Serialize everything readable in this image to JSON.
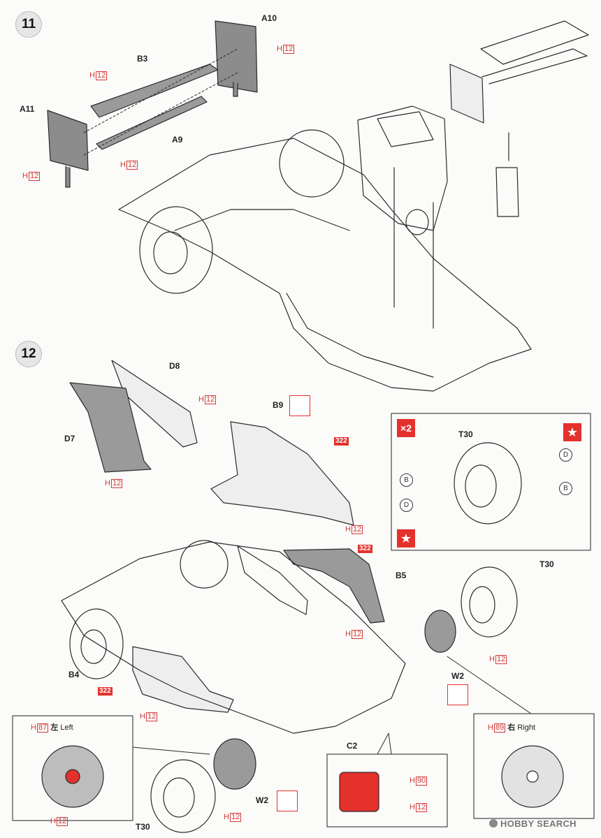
{
  "steps": [
    "11",
    "12"
  ],
  "labels": {
    "a10": "A10",
    "b3": "B3",
    "a11": "A11",
    "a9": "A9",
    "d8": "D8",
    "d7": "D7",
    "b9": "B9",
    "b5": "B5",
    "b4": "B4",
    "t30_inset": "T30",
    "t30_right": "T30",
    "t30_bottom": "T30",
    "w2_right": "W2",
    "w2_bottom": "W2",
    "c2": "C2"
  },
  "colors": {
    "h_code": "H",
    "h12": "12",
    "h87": "87",
    "h89": "89",
    "h90": "90"
  },
  "paint_322": "322",
  "inset_tag": "×2",
  "circle_b": "B",
  "circle_d": "D",
  "left_wheel": {
    "kanji": "左",
    "word": "Left"
  },
  "right_wheel": {
    "kanji": "右",
    "word": "Right"
  },
  "watermark": "HOBBY SEARCH",
  "accent": "#e4312c",
  "icons": {
    "no_paint": "no-paint-icon",
    "star": "star-icon"
  }
}
